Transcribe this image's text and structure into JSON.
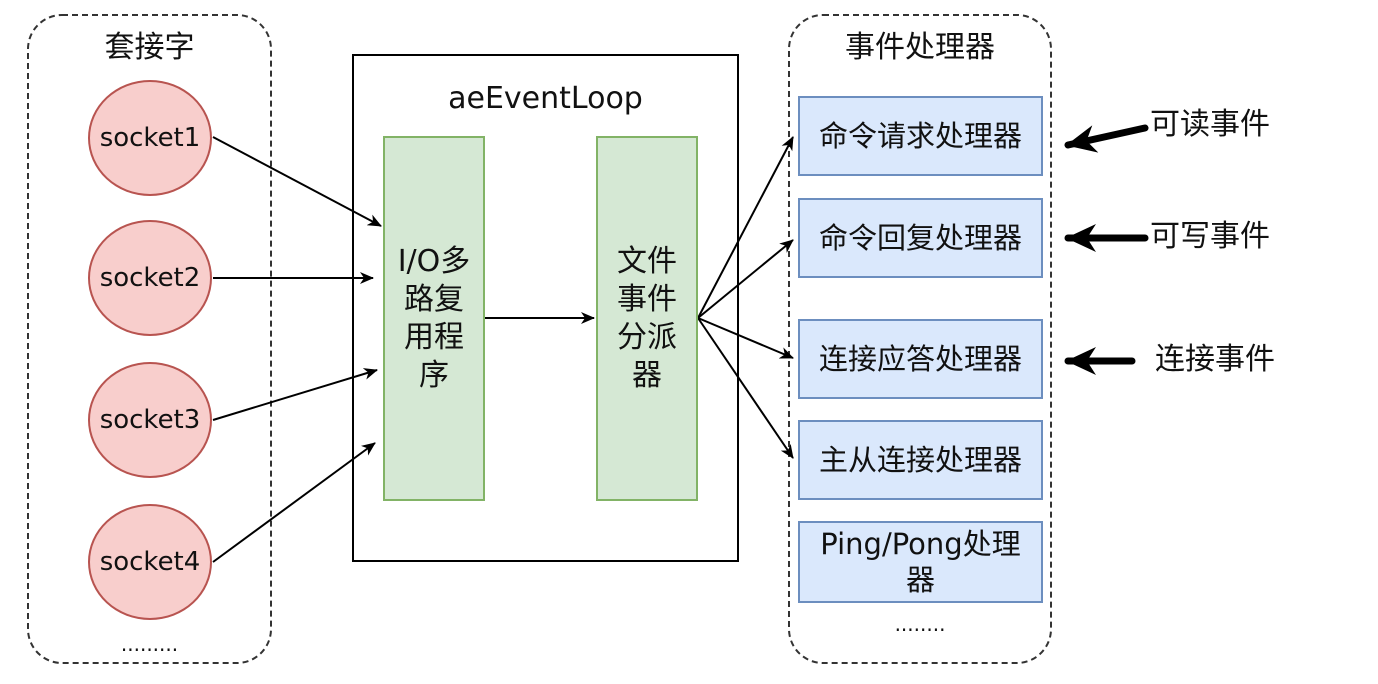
{
  "sockets_group": {
    "title": "套接字",
    "items": [
      "socket1",
      "socket2",
      "socket3",
      "socket4"
    ],
    "more": "........."
  },
  "event_loop": {
    "title": "aeEventLoop",
    "multiplexer": "I/O多路复用程序",
    "dispatcher": "文件事件分派器"
  },
  "handlers_group": {
    "title": "事件处理器",
    "items": [
      "命令请求处理器",
      "命令回复处理器",
      "连接应答处理器",
      "主从连接处理器",
      "Ping/Pong处理器"
    ],
    "more": "........"
  },
  "events": {
    "readable": "可读事件",
    "writable": "可写事件",
    "accept": "连接事件"
  },
  "colors": {
    "socket_fill": "#f8cecc",
    "socket_stroke": "#b85450",
    "green_fill": "#d5e8d4",
    "green_stroke": "#82b366",
    "handler_fill": "#dae8fc",
    "handler_stroke": "#6c8ebf",
    "line": "#000000"
  }
}
